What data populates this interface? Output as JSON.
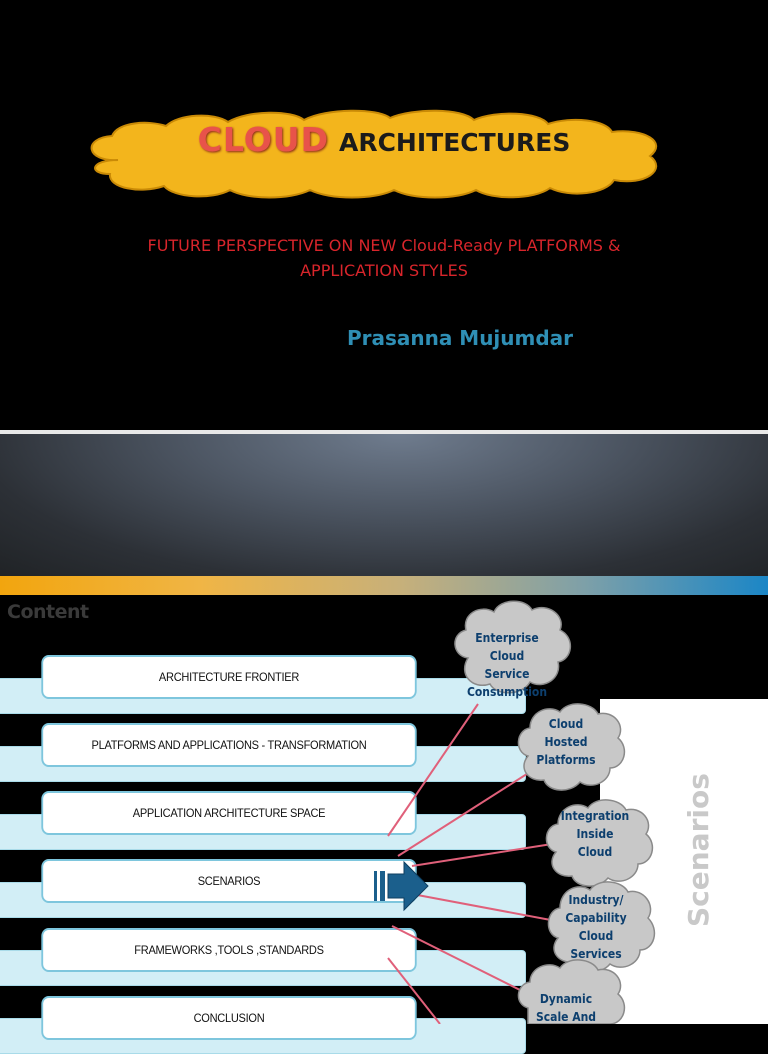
{
  "slide1": {
    "title_highlight": "CLOUD",
    "title_rest": "ARCHITECTURES",
    "subtitle_line1": "FUTURE PERSPECTIVE ON NEW Cloud-Ready PLATFORMS  &",
    "subtitle_line2": "APPLICATION STYLES",
    "author": "Prasanna Mujumdar",
    "colors": {
      "cloud_fill": "#f3b51c",
      "title_highlight": "#e8534a",
      "subtitle": "#d8252b",
      "author": "#2f8fb5"
    }
  },
  "slide2": {
    "heading": "Content",
    "menu": [
      "ARCHITECTURE FRONTIER",
      "PLATFORMS AND APPLICATIONS - TRANSFORMATION",
      "APPLICATION ARCHITECTURE SPACE",
      "SCENARIOS",
      "FRAMEWORKS ,TOOLS ,STANDARDS",
      "CONCLUSION"
    ],
    "side_label": "Scenarios",
    "scenario_clouds": [
      [
        "Enterprise",
        "Cloud",
        "Service",
        "Consumption"
      ],
      [
        "Cloud",
        "Hosted",
        "Platforms"
      ],
      [
        "Integration",
        "Inside",
        "Cloud"
      ],
      [
        "Industry/",
        "Capability",
        "Cloud",
        "Services"
      ],
      [
        "Dynamic",
        "Scale And"
      ]
    ],
    "colors": {
      "menu_border": "#7ec6dd",
      "arrow": "#1b5f8c",
      "connector": "#e0607a",
      "scenario_cloud": "#c8c8c8"
    }
  }
}
